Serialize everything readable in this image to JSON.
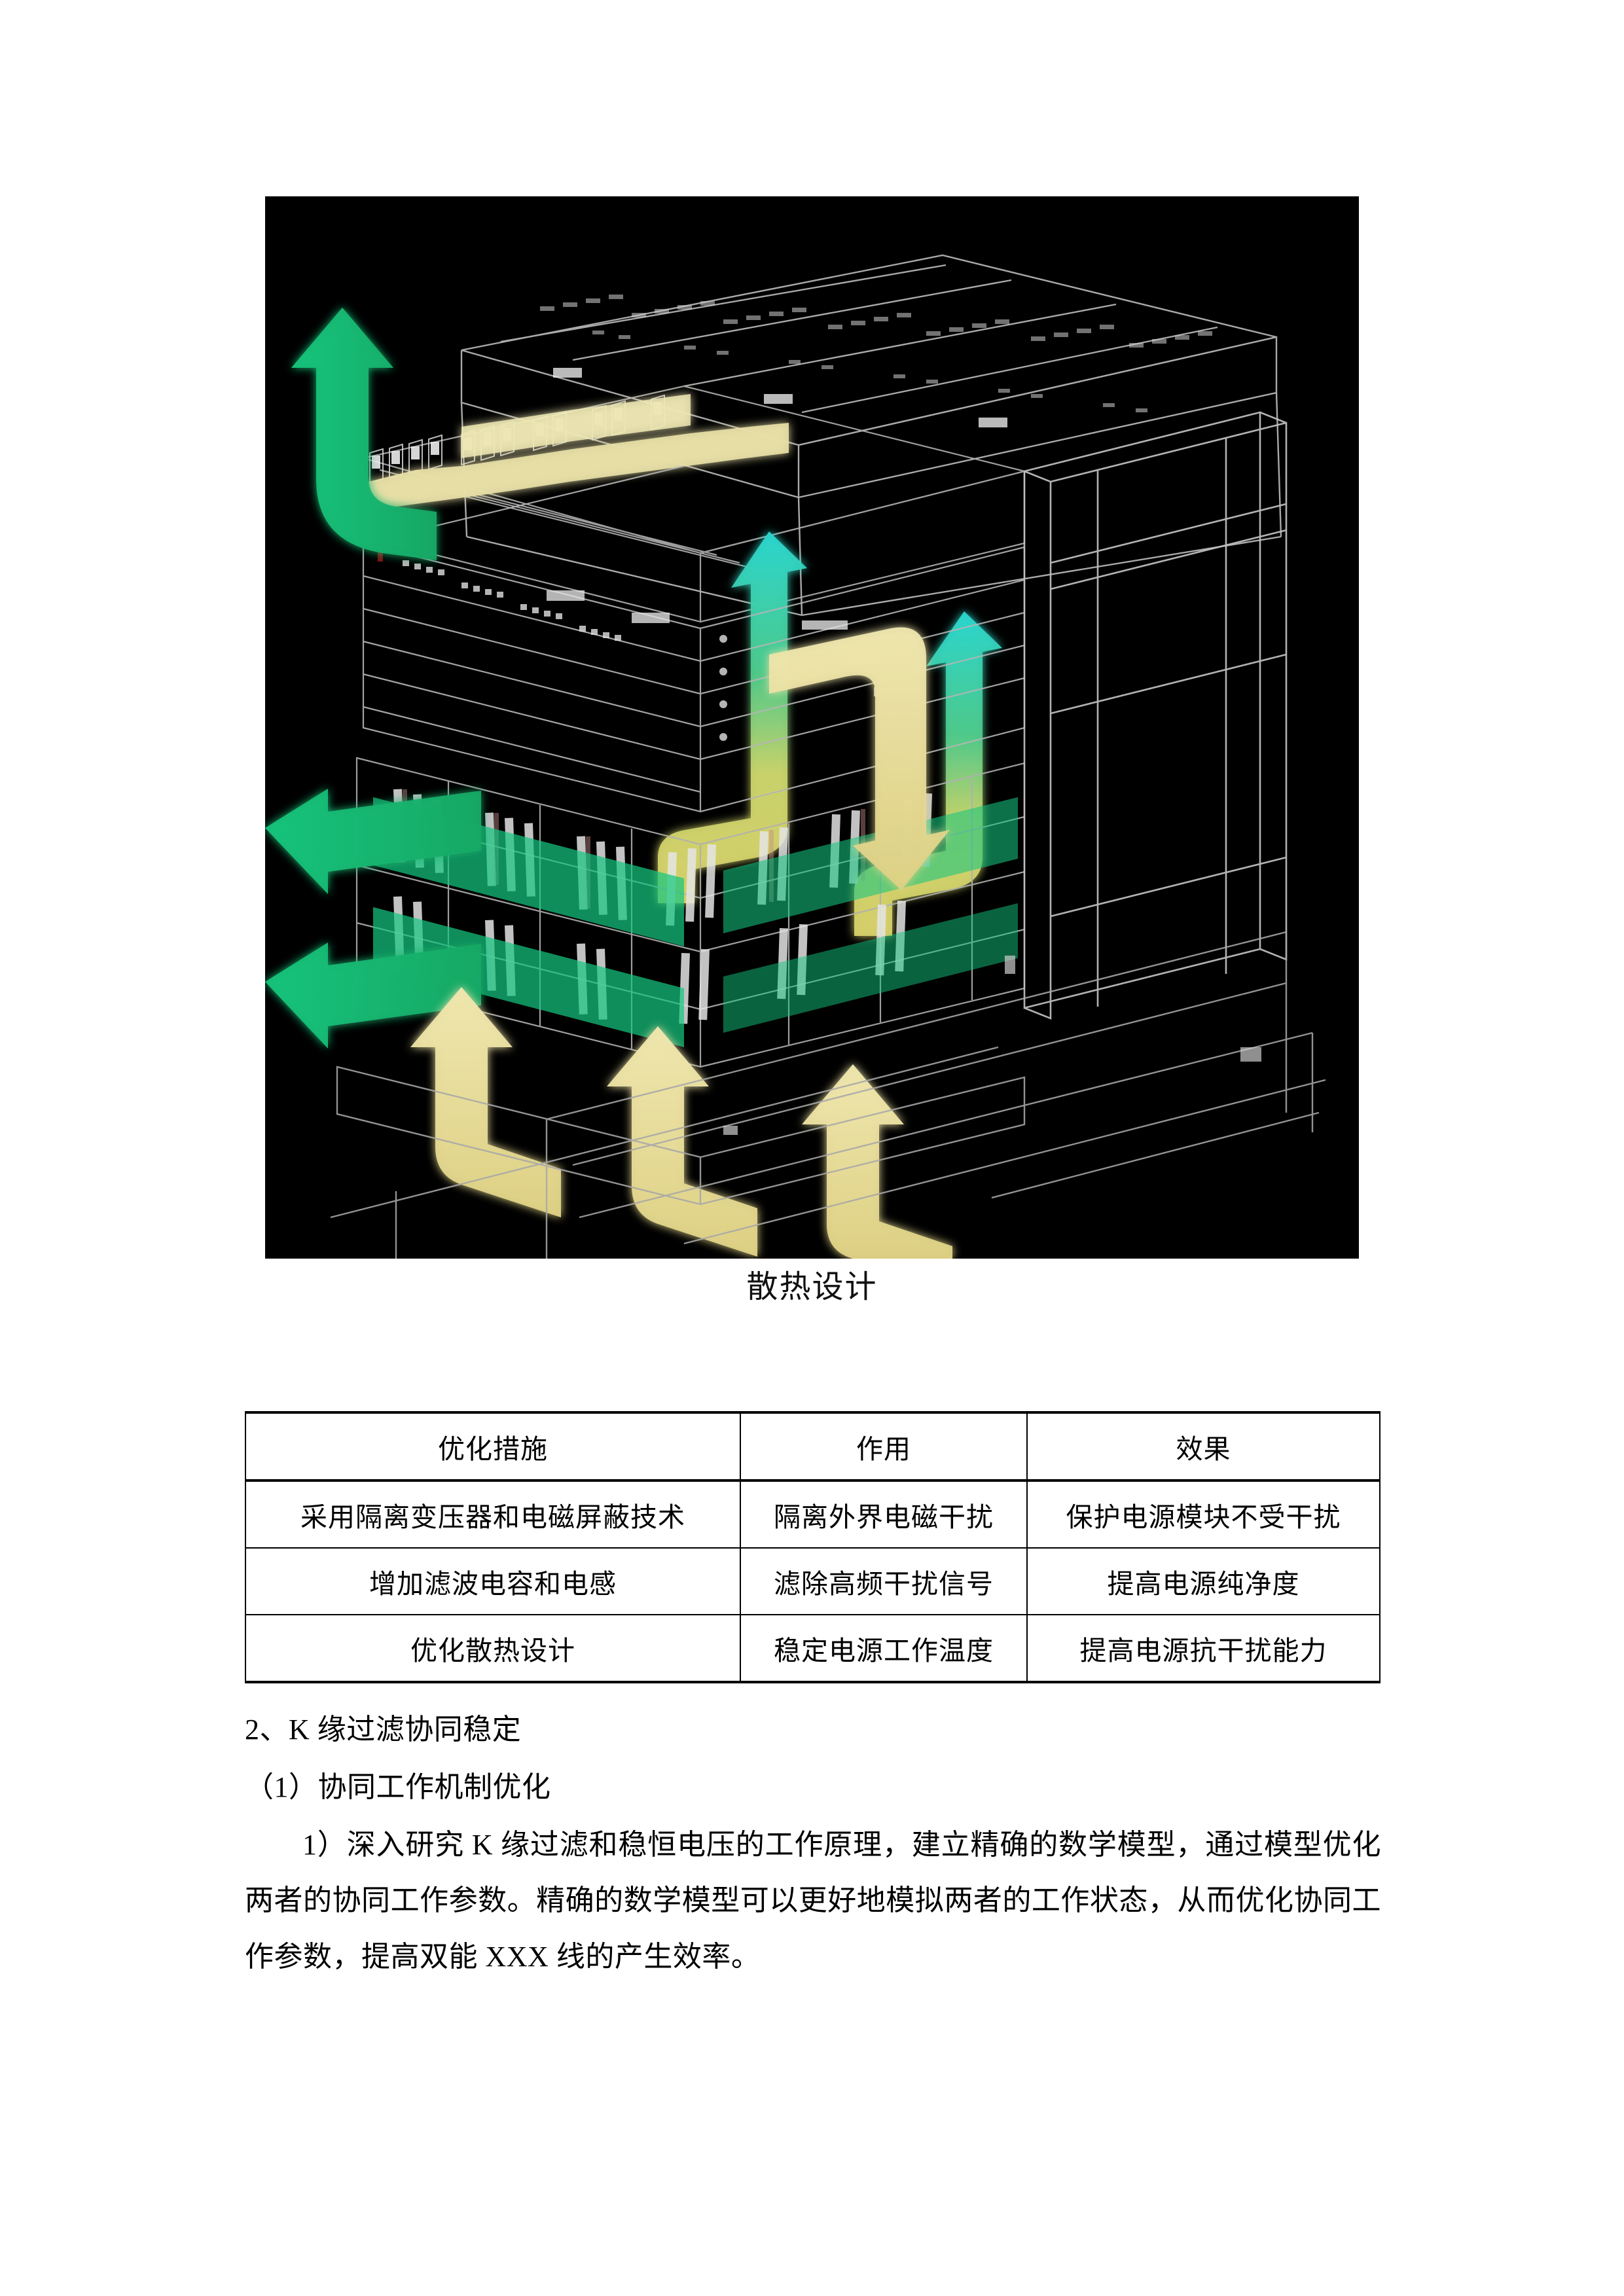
{
  "figure": {
    "caption": "散热设计",
    "alt_name": "cabinet-thermal-airflow-illustration",
    "background_color": "#000000",
    "arrow_colors": {
      "hot_exhaust_green": "#19b46e",
      "hot_exhaust_teal": "#2ad6b0",
      "cool_intake_yellow": "#ece1a0",
      "wireframe_line": "#c9c9c9"
    },
    "arrows": [
      {
        "name": "exhaust-arrow-top-left",
        "direction": "up",
        "color": "green"
      },
      {
        "name": "exhaust-arrow-left-upper",
        "direction": "left",
        "color": "green"
      },
      {
        "name": "exhaust-arrow-left-lower",
        "direction": "left",
        "color": "green"
      },
      {
        "name": "airflow-riser-center",
        "direction": "up",
        "color": "yellow-to-teal"
      },
      {
        "name": "airflow-riser-right",
        "direction": "up",
        "color": "yellow-to-teal"
      },
      {
        "name": "intake-arrow-bottom-1",
        "direction": "up",
        "color": "yellow"
      },
      {
        "name": "intake-arrow-bottom-2",
        "direction": "up",
        "color": "yellow"
      },
      {
        "name": "intake-arrow-bottom-3",
        "direction": "up",
        "color": "yellow"
      },
      {
        "name": "intake-arrow-right-mid",
        "direction": "down-left",
        "color": "yellow"
      }
    ]
  },
  "table": {
    "headers": [
      "优化措施",
      "作用",
      "效果"
    ],
    "rows": [
      [
        "采用隔离变压器和电磁屏蔽技术",
        "隔离外界电磁干扰",
        "保护电源模块不受干扰"
      ],
      [
        "增加滤波电容和电感",
        "滤除高频干扰信号",
        "提高电源纯净度"
      ],
      [
        "优化散热设计",
        "稳定电源工作温度",
        "提高电源抗干扰能力"
      ]
    ]
  },
  "body": {
    "heading_2": "2、K 缘过滤协同稳定",
    "sub_heading_1": "（1）协同工作机制优化",
    "paragraph_1": "1）深入研究 K 缘过滤和稳恒电压的工作原理，建立精确的数学模型，通过模型优化两者的协同工作参数。精确的数学模型可以更好地模拟两者的工作状态，从而优化协同工作参数，提高双能 XXX 线的产生效率。"
  }
}
